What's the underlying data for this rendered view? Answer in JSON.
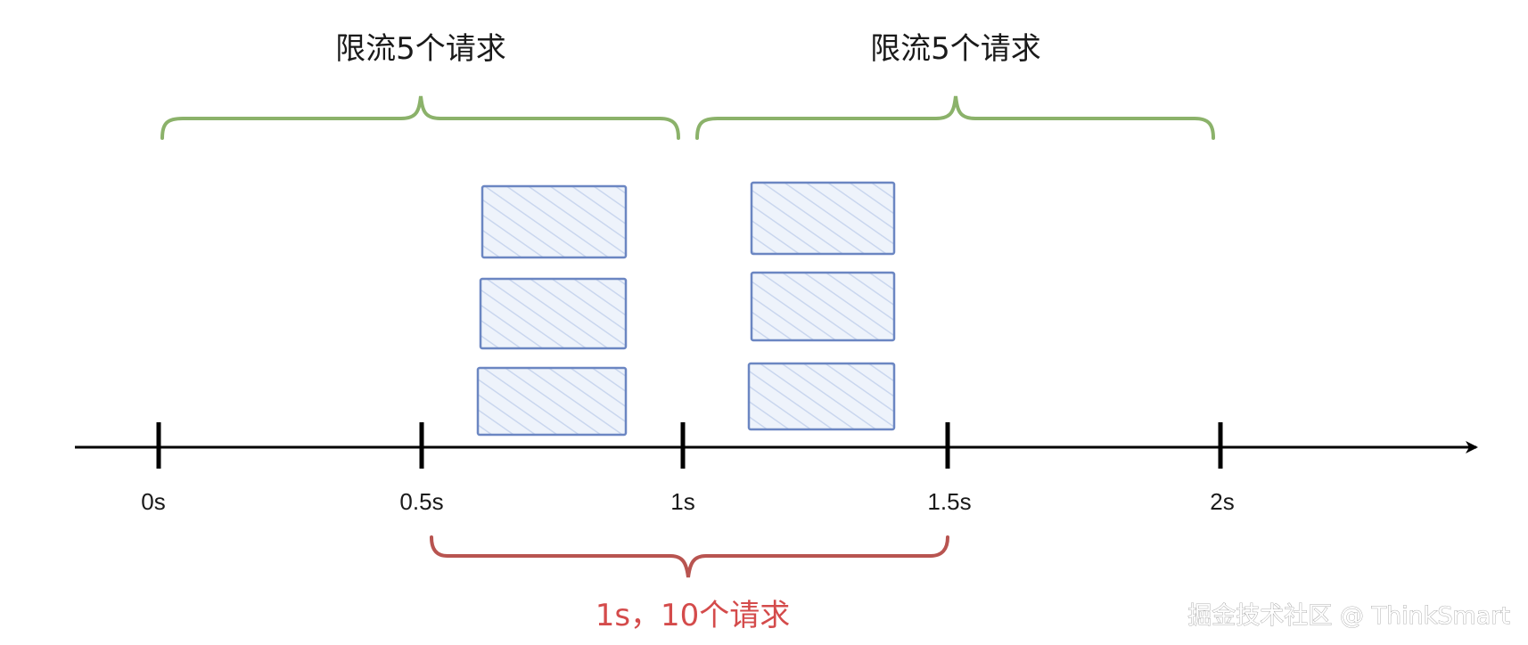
{
  "diagram": {
    "top_braces": [
      {
        "label": "限流5个请求"
      },
      {
        "label": "限流5个请求"
      }
    ],
    "ticks": [
      "0s",
      "0.5s",
      "1s",
      "1.5s",
      "2s"
    ],
    "request_groups": [
      {
        "count": 3
      },
      {
        "count": 3
      }
    ],
    "bottom_brace": {
      "label": "1s，10个请求"
    },
    "colors": {
      "top_brace": "#8bb26a",
      "bottom_brace": "#b85450",
      "bottom_label": "#d44b4b",
      "box_stroke": "#6b86c2",
      "box_hatch": "#c9d6ee",
      "axis": "#000000"
    }
  },
  "watermark": "掘金技术社区 @ ThinkSmart"
}
